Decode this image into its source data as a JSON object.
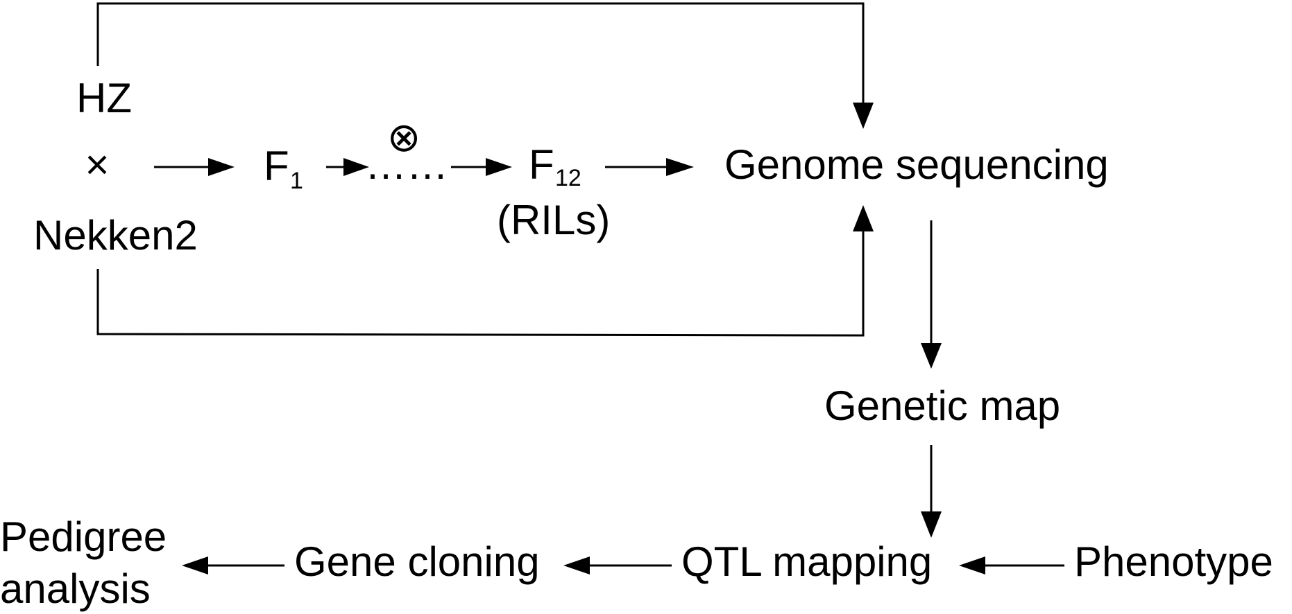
{
  "nodes": {
    "parent_a": "HZ",
    "cross_symbol": "×",
    "parent_b": "Nekken2",
    "f1_letter": "F",
    "f1_sub": "1",
    "selfing_symbol": "⊗",
    "dots": "……",
    "f12_letter": "F",
    "f12_sub": "12",
    "rils": "(RILs)",
    "genome_sequencing": "Genome sequencing",
    "genetic_map": "Genetic map",
    "qtl_mapping": "QTL mapping",
    "phenotype": "Phenotype",
    "gene_cloning": "Gene cloning",
    "pedigree_line1": "Pedigree",
    "pedigree_line2": "analysis"
  },
  "colors": {
    "ink": "#000000",
    "background": "#ffffff"
  }
}
